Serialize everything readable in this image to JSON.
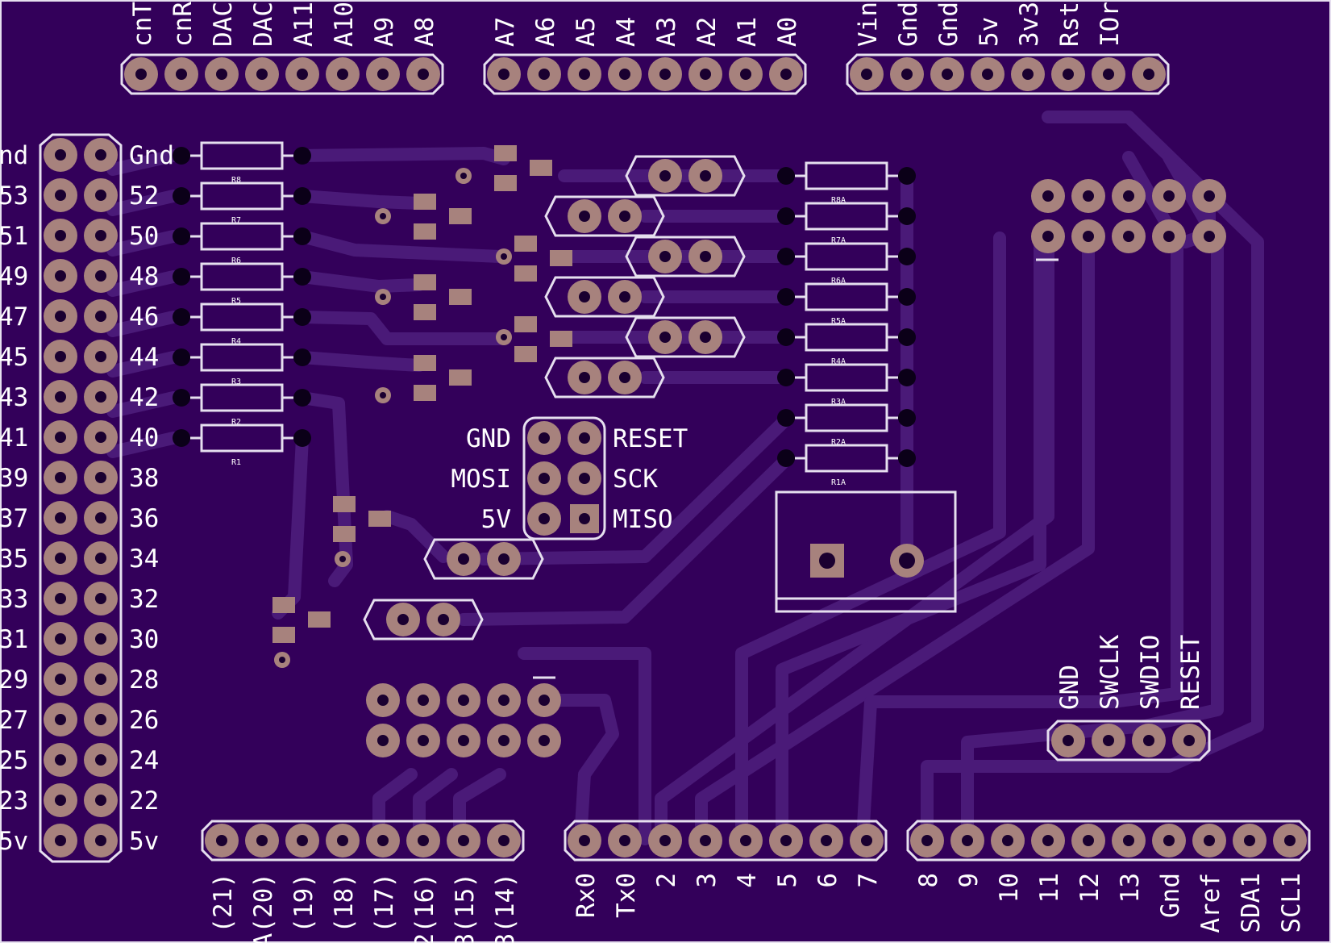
{
  "colors": {
    "board": "#33005a",
    "trace": "#4a1a78",
    "pad": "#a7827d",
    "silk": "#ffffff",
    "border": "#e6dfef"
  },
  "headers": {
    "top_left": [
      "cnT",
      "cnR",
      "DAC",
      "DAC",
      "A11",
      "A10",
      "A9",
      "A8"
    ],
    "top_mid": [
      "A7",
      "A6",
      "A5",
      "A4",
      "A3",
      "A2",
      "A1",
      "A0"
    ],
    "top_right": [
      "Vin",
      "Gnd",
      "Gnd",
      "5v",
      "3v3",
      "Rst",
      "IOr",
      ""
    ],
    "bottom_left": [
      "(21)",
      "A(20)",
      "(19)",
      "(18)",
      "(17)",
      "2(16)",
      "3(15)",
      "3(14)"
    ],
    "bottom_mid": [
      "Rx0",
      "Tx0",
      "2",
      "3",
      "4",
      "5",
      "6",
      "7"
    ],
    "bottom_right": [
      "8",
      "9",
      "10",
      "11",
      "12",
      "13",
      "Gnd",
      "Aref",
      "SDA1",
      "SCL1"
    ]
  },
  "left_header": {
    "outer_labels": [
      "nd",
      "53",
      "51",
      "49",
      "47",
      "45",
      "43",
      "41",
      "39",
      "37",
      "35",
      "33",
      "31",
      "29",
      "27",
      "25",
      "23",
      "5v"
    ],
    "inner_labels": [
      "Gnd",
      "52",
      "50",
      "48",
      "46",
      "44",
      "42",
      "40",
      "38",
      "36",
      "34",
      "32",
      "30",
      "28",
      "26",
      "24",
      "22",
      "5v"
    ]
  },
  "resistors_left": [
    "R8",
    "R7",
    "R6",
    "R5",
    "R4",
    "R3",
    "R2",
    "R1"
  ],
  "resistors_right": [
    "R8A",
    "R7A",
    "R6A",
    "R5A",
    "R4A",
    "R3A",
    "R2A",
    "R1A"
  ],
  "icsp": {
    "left": [
      "GND",
      "MOSI",
      "5V"
    ],
    "right": [
      "RESET",
      "SCK",
      "MISO"
    ]
  },
  "swd": [
    "GND",
    "SWCLK",
    "SWDIO",
    "RESET"
  ]
}
